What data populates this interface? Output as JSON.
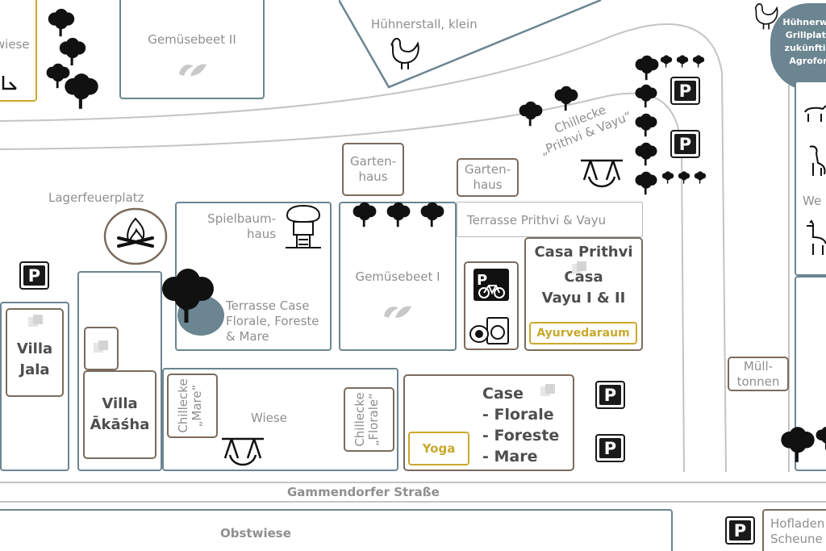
{
  "places": {
    "wiese_top": "twiese",
    "gemuesebeet_2": "Gemüsebeet II",
    "huehnerstall": "Hühnerstall, klein",
    "huehner_badge": [
      "Hühnerwe",
      "Grillplatz",
      "zukünftig",
      "Agrofor"
    ],
    "chillecke_pv": [
      "Chillecke",
      "„Prithvi & Vayu“"
    ],
    "gartenhaus_1": [
      "Garten-",
      "haus"
    ],
    "gartenhaus_2": [
      "Garten-",
      "haus"
    ],
    "lagerfeuerplatz": "Lagerfeuerplatz",
    "spielbaumhaus": [
      "Spielbaum-",
      "haus"
    ],
    "gemuesebeet_1": "Gemüsebeet I",
    "terrasse_pv": "Terrasse Prithvi & Vayu",
    "terrasse_case": [
      "Terrasse Case",
      "Florale, Foreste",
      "& Mare"
    ],
    "casa_prithvi": "Casa Prithvi",
    "casa_vayu": [
      "Casa",
      "Vayu I & II"
    ],
    "ayurvedaraum": "Ayurvedaraum",
    "villa_jala": [
      "Villa",
      "Jala"
    ],
    "villa_akasha": [
      "Villa",
      "Ākāśha"
    ],
    "chillecke_mare": [
      "Chillecke",
      "„Mare“"
    ],
    "wiese_mid": "Wiese",
    "chillecke_florale": [
      "Chillecke",
      "„Florale“"
    ],
    "case": [
      "Case",
      "- Florale",
      "- Foreste",
      "- Mare"
    ],
    "yoga": "Yoga",
    "muelltonnen": [
      "Müll-",
      "tonnen"
    ],
    "we_partial": "We",
    "street": "Gammendorfer Straße",
    "obstwiese": "Obstwiese",
    "hofladen": [
      "Hofladen",
      "Scheune"
    ]
  },
  "parking_label": "P",
  "icons": {
    "tree": "tree-icon",
    "leaf": "leaf-icon",
    "chicken": "chicken-icon",
    "campfire": "campfire-icon",
    "treehouse": "treehouse-icon",
    "swing": "swing-icon",
    "bike": "bike-parking-icon",
    "laundry": "laundry-icon",
    "building": "building-icon",
    "goat": "goat-icon",
    "llama": "llama-icon"
  },
  "colors": {
    "zone_border": "#6b8591",
    "building_border": "#7a6b5e",
    "highlight": "#c9a92c",
    "road": "#c4c4c4",
    "badge_fill": "#6b8591"
  }
}
